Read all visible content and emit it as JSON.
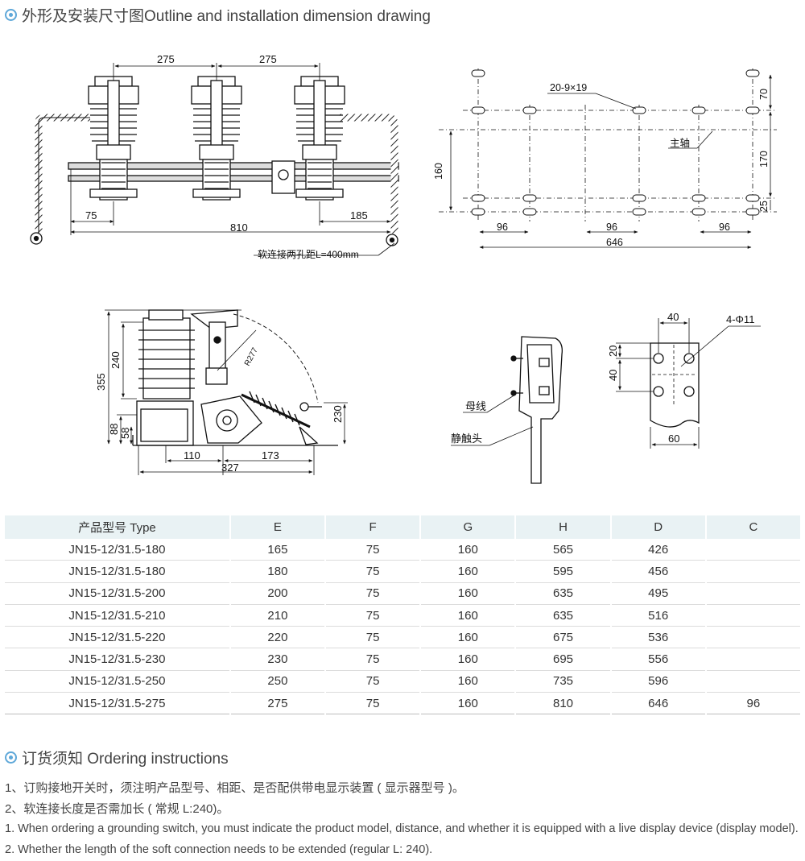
{
  "outline_heading": "外形及安装尺寸图Outline and installation dimension drawing",
  "ordering_heading": "订货须知 Ordering instructions",
  "drawings": {
    "front": {
      "d275a": "275",
      "d275b": "275",
      "d75": "75",
      "d810": "810",
      "d185": "185",
      "soft_link": "软连接两孔距L=400mm"
    },
    "hole_pattern": {
      "holes": "20-9×19",
      "shaft": "主轴",
      "d70": "70",
      "d170": "170",
      "d160": "160",
      "d25": "25",
      "d96a": "96",
      "d96b": "96",
      "d96c": "96",
      "d646": "646"
    },
    "side": {
      "d355": "355",
      "d240": "240",
      "d88": "88",
      "d58": "58",
      "d110": "110",
      "d173": "173",
      "d327": "327",
      "d230": "230",
      "r277": "R277"
    },
    "contact": {
      "busbar": "母线",
      "static": "静触头"
    },
    "terminal": {
      "d40top": "40",
      "holes": "4-Φ11",
      "d20": "20",
      "d40side": "40",
      "d60": "60"
    }
  },
  "table": {
    "headers": [
      "产品型号 Type",
      "E",
      "F",
      "G",
      "H",
      "D",
      "C"
    ],
    "rows": [
      [
        "JN15-12/31.5-180",
        "165",
        "75",
        "160",
        "565",
        "426",
        ""
      ],
      [
        "JN15-12/31.5-180",
        "180",
        "75",
        "160",
        "595",
        "456",
        ""
      ],
      [
        "JN15-12/31.5-200",
        "200",
        "75",
        "160",
        "635",
        "495",
        ""
      ],
      [
        "JN15-12/31.5-210",
        "210",
        "75",
        "160",
        "635",
        "516",
        ""
      ],
      [
        "JN15-12/31.5-220",
        "220",
        "75",
        "160",
        "675",
        "536",
        ""
      ],
      [
        "JN15-12/31.5-230",
        "230",
        "75",
        "160",
        "695",
        "556",
        ""
      ],
      [
        "JN15-12/31.5-250",
        "250",
        "75",
        "160",
        "735",
        "596",
        ""
      ],
      [
        "JN15-12/31.5-275",
        "275",
        "75",
        "160",
        "810",
        "646",
        "96"
      ]
    ]
  },
  "notes": {
    "cn1": "1、订购接地开关时，须注明产品型号、相距、是否配供带电显示装置 ( 显示器型号 )。",
    "cn2": "2、软连接长度是否需加长 ( 常规 L:240)。",
    "en1": "1. When ordering a grounding switch, you must indicate the product model, distance, and whether it is equipped with a live display device (display model).",
    "en2": "2. Whether the length of the soft connection needs to be extended (regular L: 240)."
  }
}
